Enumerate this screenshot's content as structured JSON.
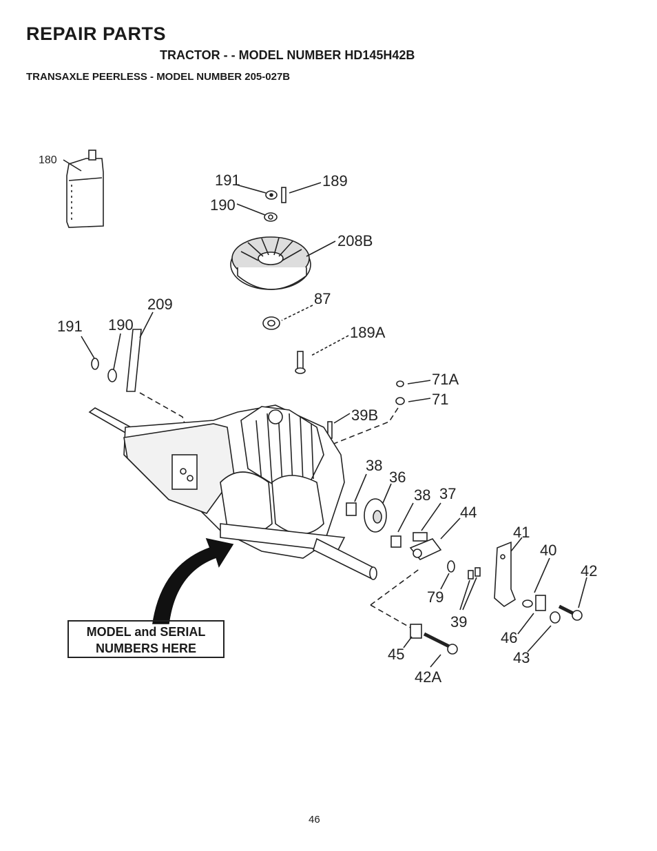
{
  "header": {
    "title": "REPAIR PARTS",
    "subtitle": "TRACTOR - - MODEL NUMBER HD145H42B",
    "transaxle": "TRANSAXLE PEERLESS - MODEL NUMBER 205-027B"
  },
  "callouts": {
    "c180": "180",
    "c191a": "191",
    "c189": "189",
    "c190a": "190",
    "c208B": "208B",
    "c209": "209",
    "c87": "87",
    "c191b": "191",
    "c190b": "190",
    "c189A": "189A",
    "c71A": "71A",
    "c71": "71",
    "c39B": "39B",
    "c38a": "38",
    "c36": "36",
    "c38b": "38",
    "c37": "37",
    "c44": "44",
    "c41": "41",
    "c40": "40",
    "c42": "42",
    "c79": "79",
    "c39": "39",
    "c46": "46",
    "c43": "43",
    "c45": "45",
    "c42A": "42A"
  },
  "model_box": {
    "line1": "MODEL and SERIAL",
    "line2": "NUMBERS HERE"
  },
  "page_number": "46"
}
